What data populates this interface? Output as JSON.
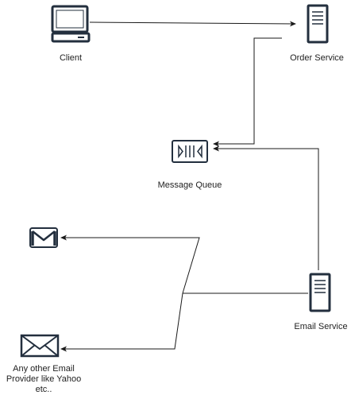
{
  "nodes": {
    "client": {
      "label": "Client",
      "icon": "computer-icon"
    },
    "order_service": {
      "label": "Order Service",
      "icon": "server-icon"
    },
    "message_queue": {
      "label": "Message Queue",
      "icon": "queue-icon"
    },
    "email_service": {
      "label": "Email Service",
      "icon": "server-icon"
    },
    "gmail": {
      "label": "",
      "icon": "gmail-icon"
    },
    "other_email": {
      "label": "Any other Email Provider like Yahoo etc..",
      "icon": "mail-envelope-icon"
    }
  },
  "edges": [
    {
      "from": "client",
      "to": "order_service"
    },
    {
      "from": "order_service",
      "to": "message_queue"
    },
    {
      "from": "email_service",
      "to": "message_queue"
    },
    {
      "from": "email_service",
      "to": "gmail"
    },
    {
      "from": "email_service",
      "to": "other_email"
    }
  ],
  "colors": {
    "stroke": "#1a1a1a",
    "icon_stroke": "#232f3e",
    "background": "#ffffff"
  }
}
